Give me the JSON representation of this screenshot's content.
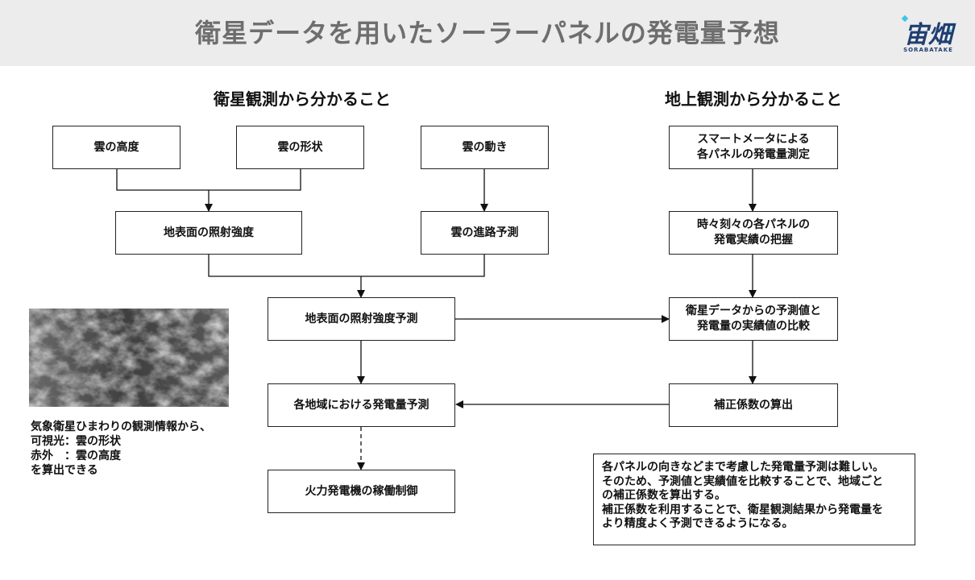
{
  "header": {
    "title": "衛星データを用いたソーラーパネルの発電量予想",
    "logo_text": "宙畑",
    "logo_sub": "SORABATAKE"
  },
  "sections": {
    "satellite": "衛星観測から分かること",
    "ground": "地上観測から分かること"
  },
  "boxes": {
    "cloud_height": "雲の高度",
    "cloud_shape": "雲の形状",
    "cloud_motion": "雲の動き",
    "surface_irradiance": "地表面の照射強度",
    "cloud_path_forecast": "雲の進路予測",
    "irradiance_forecast": "地表面の照射強度予測",
    "regional_forecast": "各地域における発電量予測",
    "thermal_control": "火力発電機の稼働制御",
    "smart_meter": "スマートメータによる\n各パネルの発電量測定",
    "panel_actuals": "時々刻々の各パネルの\n発電実績の把握",
    "comparison": "衛星データからの予測値と\n発電量の実績値の比較",
    "correction": "補正係数の算出"
  },
  "satellite_caption": "気象衛星ひまわりの観測情報から、\n可視光：雲の形状\n赤外　：雲の高度\nを算出できる",
  "note": "各パネルの向きなどまで考慮した発電量予測は難しい。\nそのため、予測値と実績値を比較することで、地域ごと\nの補正係数を算出する。\n補正係数を利用することで、衛星観測結果から発電量を\nより精度よく予測できるようになる。",
  "colors": {
    "header_bg": "#ececec",
    "title": "#6e6e6e",
    "logo": "#1f3f72",
    "logo_accent": "#3cc6e8"
  }
}
